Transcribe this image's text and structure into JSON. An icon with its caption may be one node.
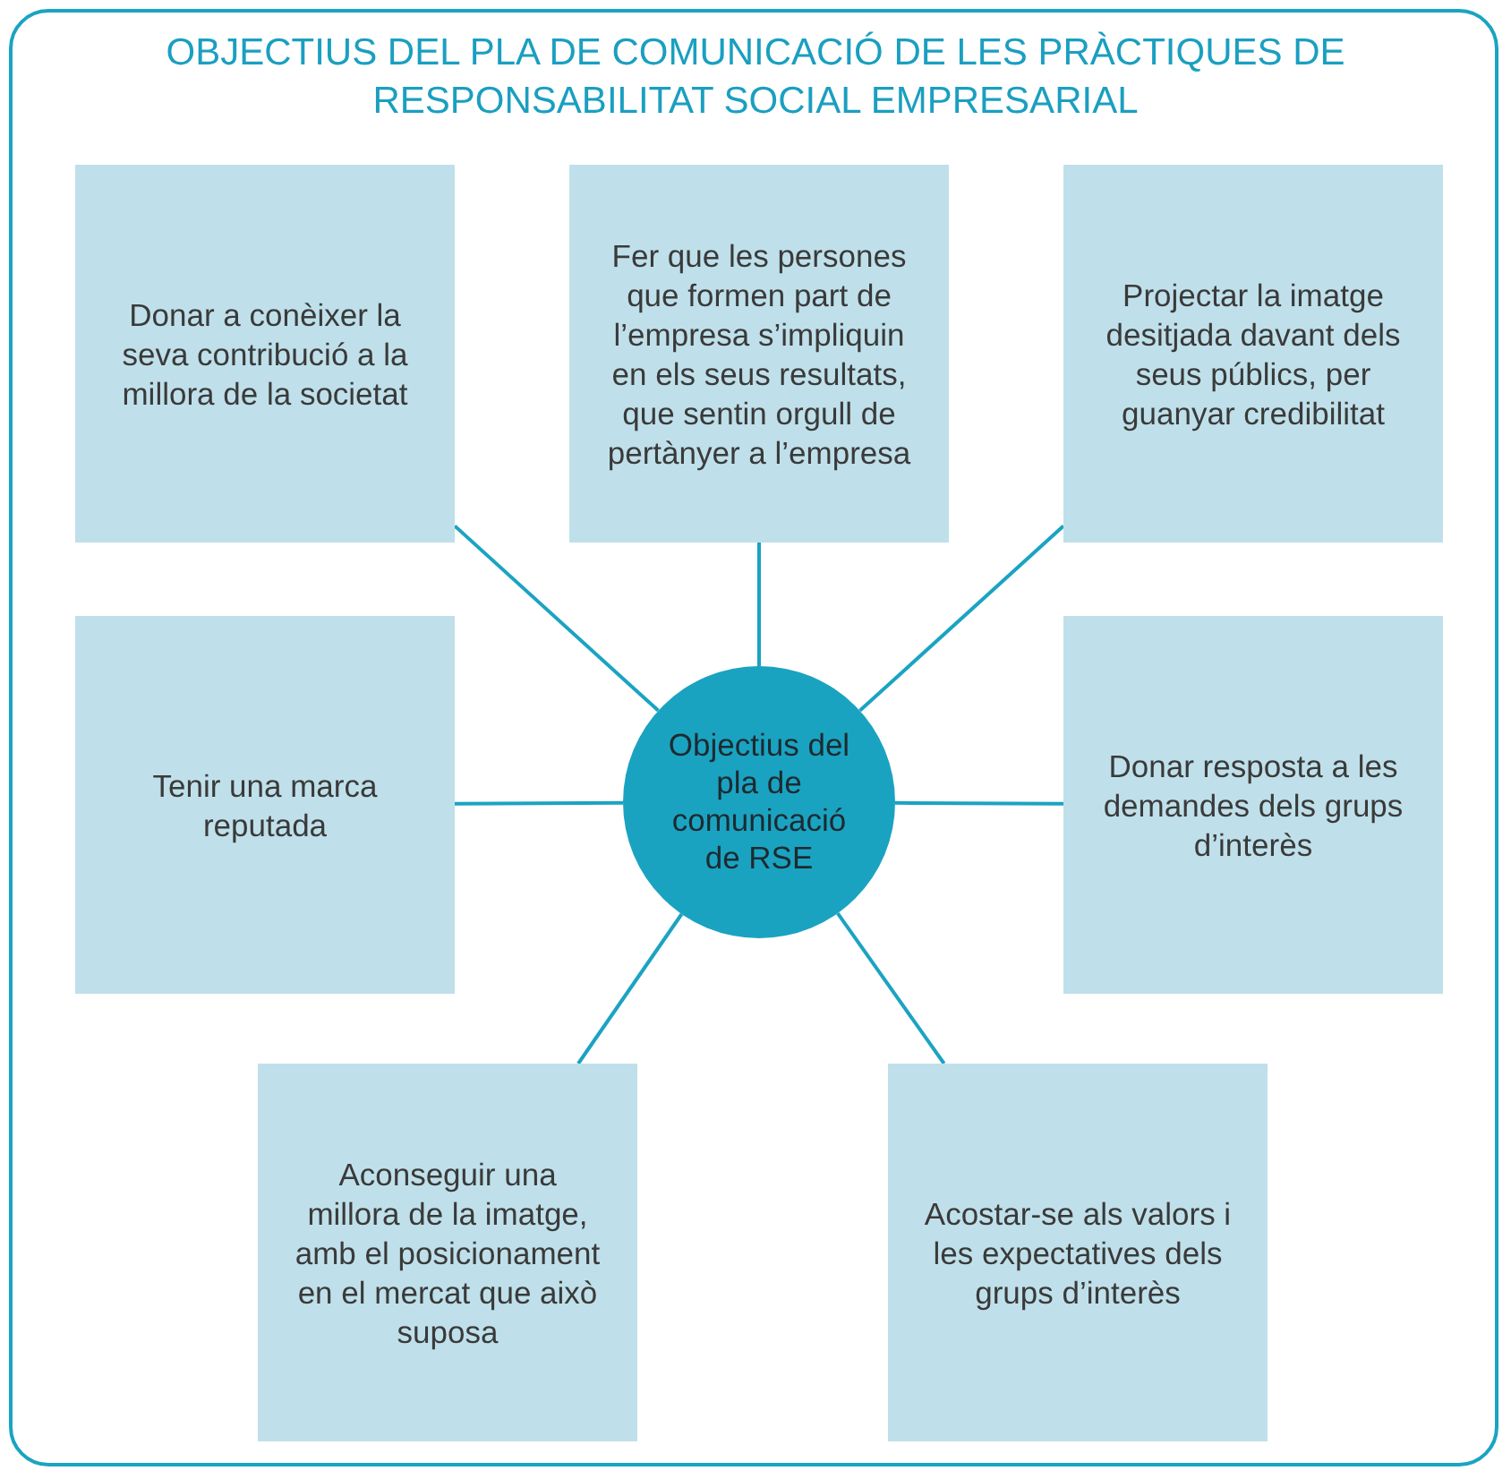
{
  "diagram": {
    "title": "OBJECTIUS DEL PLA DE COMUNICACIÓ DE LES PRÀCTIQUES DE RESPONSABILITAT SOCIAL EMPRESARIAL",
    "nodes": [
      {
        "text": [
          "Donar a conèixer la seva contribució a la millora de la societat"
        ]
      },
      {
        "text": [
          "Fer que les persones que formen part de l’empresa s’impliquin en els seus resultats, que sentin orgull de pertànyer a l’empresa"
        ]
      },
      {
        "text": [
          "Projectar la imatge desitjada davant dels seus públics, per guanyar credibilitat"
        ]
      },
      {
        "text": [
          "Tenir una marca reputada"
        ]
      },
      {
        "text": [
          "Objectius del pla de comunicació de RSE"
        ]
      },
      {
        "text": [
          "Donar resposta a les demandes dels grups d’interès"
        ]
      },
      {
        "text": [
          "Aconseguir una millora de la imatge, amb el posicionament en el mercat que això suposa"
        ]
      },
      {
        "text": [
          "Acostar-se als valors i les expectatives dels grups d’interès"
        ]
      }
    ],
    "edges": [
      {
        "from": 4,
        "to": 0,
        "arrow": "none"
      },
      {
        "from": 4,
        "to": 1,
        "arrow": "none"
      },
      {
        "from": 4,
        "to": 2,
        "arrow": "none"
      },
      {
        "from": 4,
        "to": 3,
        "arrow": "none"
      },
      {
        "from": 4,
        "to": 5,
        "arrow": "none"
      },
      {
        "from": 4,
        "to": 6,
        "arrow": "none"
      },
      {
        "from": 4,
        "to": 7,
        "arrow": "none"
      }
    ]
  }
}
